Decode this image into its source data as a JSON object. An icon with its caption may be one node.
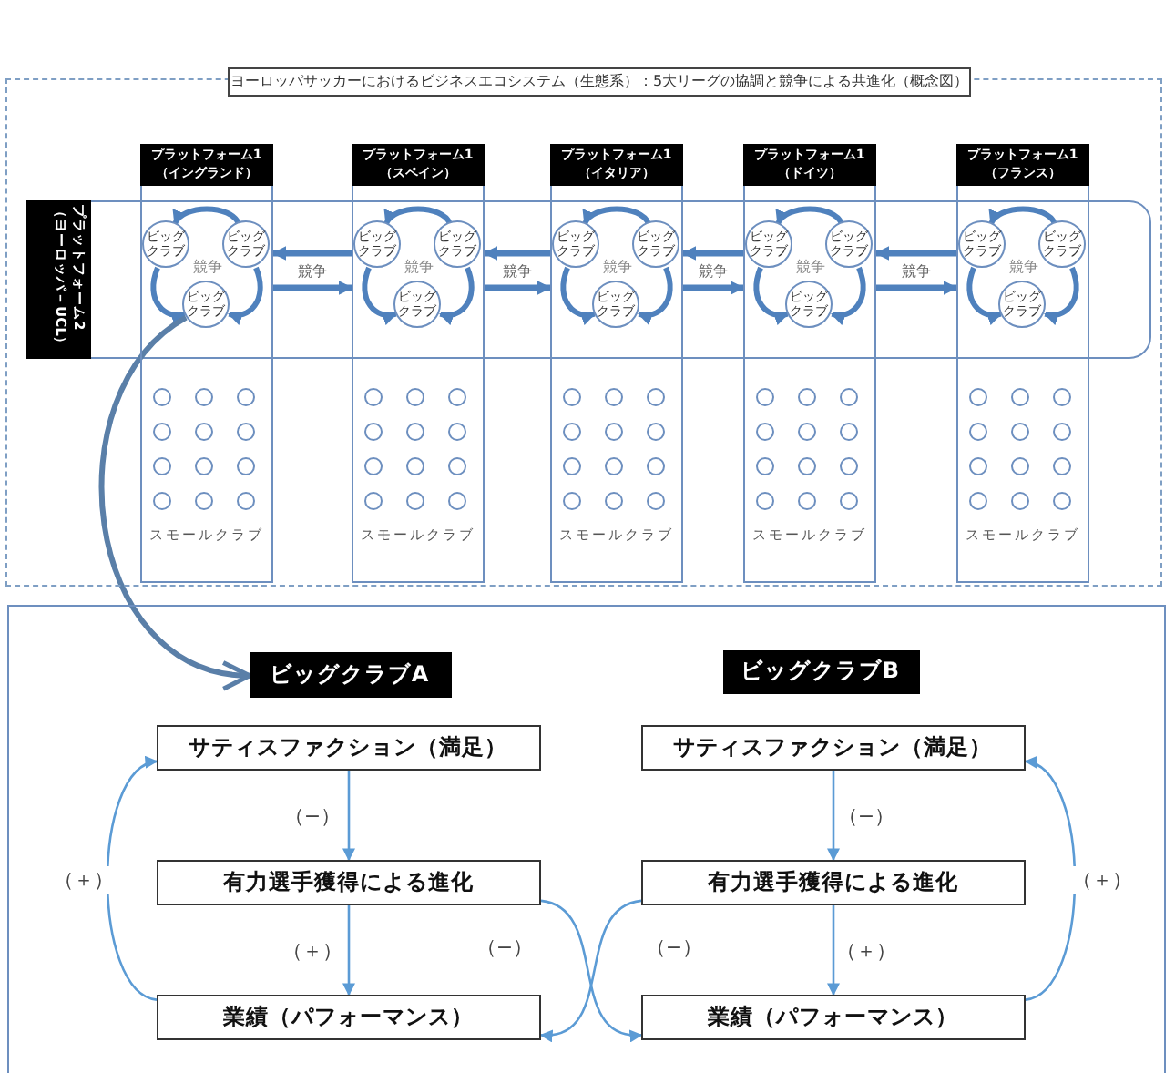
{
  "diagram": {
    "nodes": [
      {
        "text": [
          "ヨーロッパサッカーにおけるビジネスエコシステム（生態系）：5大リーグの協調と競争による共進化（概念図）"
        ]
      },
      {
        "text": [
          "プラットフォーム2（ヨーロッパ－UCL）"
        ],
        "in": 0
      },
      {
        "text": [
          "プラットフォーム1（イングランド）",
          "競争",
          "スモールクラブ"
        ],
        "in": 0
      },
      {
        "text": [
          "ビッグクラブ"
        ],
        "in": 2
      },
      {
        "text": [
          "ビッグクラブ"
        ],
        "in": 2
      },
      {
        "text": [
          "ビッグクラブ"
        ],
        "in": 2
      },
      {
        "text": [],
        "shape": "circle",
        "in": 2
      },
      {
        "text": [],
        "shape": "circle",
        "in": 2
      },
      {
        "text": [],
        "shape": "circle",
        "in": 2
      },
      {
        "text": [],
        "shape": "circle",
        "in": 2
      },
      {
        "text": [],
        "shape": "circle",
        "in": 2
      },
      {
        "text": [],
        "shape": "circle",
        "in": 2
      },
      {
        "text": [],
        "shape": "circle",
        "in": 2
      },
      {
        "text": [],
        "shape": "circle",
        "in": 2
      },
      {
        "text": [],
        "shape": "circle",
        "in": 2
      },
      {
        "text": [],
        "shape": "circle",
        "in": 2
      },
      {
        "text": [],
        "shape": "circle",
        "in": 2
      },
      {
        "text": [],
        "shape": "circle",
        "in": 2
      },
      {
        "text": [
          "プラットフォーム1（スペイン）",
          "競争",
          "スモールクラブ"
        ],
        "in": 0
      },
      {
        "text": [
          "ビッグクラブ"
        ],
        "in": 18
      },
      {
        "text": [
          "ビッグクラブ"
        ],
        "in": 18
      },
      {
        "text": [
          "ビッグクラブ"
        ],
        "in": 18
      },
      {
        "text": [],
        "shape": "circle",
        "in": 18
      },
      {
        "text": [],
        "shape": "circle",
        "in": 18
      },
      {
        "text": [],
        "shape": "circle",
        "in": 18
      },
      {
        "text": [],
        "shape": "circle",
        "in": 18
      },
      {
        "text": [],
        "shape": "circle",
        "in": 18
      },
      {
        "text": [],
        "shape": "circle",
        "in": 18
      },
      {
        "text": [],
        "shape": "circle",
        "in": 18
      },
      {
        "text": [],
        "shape": "circle",
        "in": 18
      },
      {
        "text": [],
        "shape": "circle",
        "in": 18
      },
      {
        "text": [],
        "shape": "circle",
        "in": 18
      },
      {
        "text": [],
        "shape": "circle",
        "in": 18
      },
      {
        "text": [],
        "shape": "circle",
        "in": 18
      },
      {
        "text": [
          "プラットフォーム1（イタリア）",
          "競争",
          "スモールクラブ"
        ],
        "in": 0
      },
      {
        "text": [
          "ビッグクラブ"
        ],
        "in": 34
      },
      {
        "text": [
          "ビッグクラブ"
        ],
        "in": 34
      },
      {
        "text": [
          "ビッグクラブ"
        ],
        "in": 34
      },
      {
        "text": [],
        "shape": "circle",
        "in": 34
      },
      {
        "text": [],
        "shape": "circle",
        "in": 34
      },
      {
        "text": [],
        "shape": "circle",
        "in": 34
      },
      {
        "text": [],
        "shape": "circle",
        "in": 34
      },
      {
        "text": [],
        "shape": "circle",
        "in": 34
      },
      {
        "text": [],
        "shape": "circle",
        "in": 34
      },
      {
        "text": [],
        "shape": "circle",
        "in": 34
      },
      {
        "text": [],
        "shape": "circle",
        "in": 34
      },
      {
        "text": [],
        "shape": "circle",
        "in": 34
      },
      {
        "text": [],
        "shape": "circle",
        "in": 34
      },
      {
        "text": [],
        "shape": "circle",
        "in": 34
      },
      {
        "text": [],
        "shape": "circle",
        "in": 34
      },
      {
        "text": [
          "プラットフォーム1（ドイツ）",
          "競争",
          "スモールクラブ"
        ],
        "in": 0
      },
      {
        "text": [
          "ビッグクラブ"
        ],
        "in": 50
      },
      {
        "text": [
          "ビッグクラブ"
        ],
        "in": 50
      },
      {
        "text": [
          "ビッグクラブ"
        ],
        "in": 50
      },
      {
        "text": [],
        "shape": "circle",
        "in": 50
      },
      {
        "text": [],
        "shape": "circle",
        "in": 50
      },
      {
        "text": [],
        "shape": "circle",
        "in": 50
      },
      {
        "text": [],
        "shape": "circle",
        "in": 50
      },
      {
        "text": [],
        "shape": "circle",
        "in": 50
      },
      {
        "text": [],
        "shape": "circle",
        "in": 50
      },
      {
        "text": [],
        "shape": "circle",
        "in": 50
      },
      {
        "text": [],
        "shape": "circle",
        "in": 50
      },
      {
        "text": [],
        "shape": "circle",
        "in": 50
      },
      {
        "text": [],
        "shape": "circle",
        "in": 50
      },
      {
        "text": [],
        "shape": "circle",
        "in": 50
      },
      {
        "text": [],
        "shape": "circle",
        "in": 50
      },
      {
        "text": [
          "プラットフォーム1（フランス）",
          "競争",
          "スモールクラブ"
        ],
        "in": 0
      },
      {
        "text": [
          "ビッグクラブ"
        ],
        "in": 66
      },
      {
        "text": [
          "ビッグクラブ"
        ],
        "in": 66
      },
      {
        "text": [
          "ビッグクラブ"
        ],
        "in": 66
      },
      {
        "text": [],
        "shape": "circle",
        "in": 66
      },
      {
        "text": [],
        "shape": "circle",
        "in": 66
      },
      {
        "text": [],
        "shape": "circle",
        "in": 66
      },
      {
        "text": [],
        "shape": "circle",
        "in": 66
      },
      {
        "text": [],
        "shape": "circle",
        "in": 66
      },
      {
        "text": [],
        "shape": "circle",
        "in": 66
      },
      {
        "text": [],
        "shape": "circle",
        "in": 66
      },
      {
        "text": [],
        "shape": "circle",
        "in": 66
      },
      {
        "text": [],
        "shape": "circle",
        "in": 66
      },
      {
        "text": [],
        "shape": "circle",
        "in": 66
      },
      {
        "text": [],
        "shape": "circle",
        "in": 66
      },
      {
        "text": [],
        "shape": "circle",
        "in": 66
      },
      {
        "text": [],
        "shape": "box"
      },
      {
        "text": [
          "ビッグクラブA"
        ],
        "in": 82
      },
      {
        "text": [
          "サティスファクション（満足）"
        ],
        "in": 82
      },
      {
        "text": [
          "有力選手獲得による進化"
        ],
        "in": 82
      },
      {
        "text": [
          "業績（パフォーマンス）"
        ],
        "in": 82
      },
      {
        "text": [
          "ビッグクラブB"
        ],
        "in": 82
      },
      {
        "text": [
          "サティスファクション（満足）"
        ],
        "in": 82
      },
      {
        "text": [
          "有力選手獲得による進化"
        ],
        "in": 82
      },
      {
        "text": [
          "業績（パフォーマンス）"
        ],
        "in": 82
      }
    ],
    "edges": [
      {
        "from": 4,
        "to": 3,
        "arrow": "to"
      },
      {
        "from": 3,
        "to": 5,
        "arrow": "to"
      },
      {
        "from": 4,
        "to": 5,
        "arrow": "to"
      },
      {
        "from": 20,
        "to": 19,
        "arrow": "to"
      },
      {
        "from": 19,
        "to": 21,
        "arrow": "to"
      },
      {
        "from": 20,
        "to": 21,
        "arrow": "to"
      },
      {
        "from": 36,
        "to": 35,
        "arrow": "to"
      },
      {
        "from": 35,
        "to": 37,
        "arrow": "to"
      },
      {
        "from": 36,
        "to": 37,
        "arrow": "to"
      },
      {
        "from": 52,
        "to": 51,
        "arrow": "to"
      },
      {
        "from": 51,
        "to": 53,
        "arrow": "to"
      },
      {
        "from": 52,
        "to": 53,
        "arrow": "to"
      },
      {
        "from": 68,
        "to": 67,
        "arrow": "to"
      },
      {
        "from": 67,
        "to": 69,
        "arrow": "to"
      },
      {
        "from": 68,
        "to": 69,
        "arrow": "to"
      },
      {
        "from": 18,
        "to": 2,
        "arrow": "to",
        "label": "競争"
      },
      {
        "from": 2,
        "to": 18,
        "arrow": "to"
      },
      {
        "from": 34,
        "to": 18,
        "arrow": "to",
        "label": "競争"
      },
      {
        "from": 18,
        "to": 34,
        "arrow": "to"
      },
      {
        "from": 50,
        "to": 34,
        "arrow": "to",
        "label": "競争"
      },
      {
        "from": 34,
        "to": 50,
        "arrow": "to"
      },
      {
        "from": 66,
        "to": 50,
        "arrow": "to",
        "label": "競争"
      },
      {
        "from": 50,
        "to": 66,
        "arrow": "to"
      },
      {
        "from": 5,
        "to": 83,
        "arrow": "to"
      },
      {
        "from": 84,
        "to": 85,
        "arrow": "to",
        "label": "（−）"
      },
      {
        "from": 85,
        "to": 86,
        "arrow": "to",
        "label": "（＋）"
      },
      {
        "from": 86,
        "to": 84,
        "arrow": "to",
        "label": "（＋）"
      },
      {
        "from": 88,
        "to": 89,
        "arrow": "to",
        "label": "（−）"
      },
      {
        "from": 89,
        "to": 90,
        "arrow": "to",
        "label": "（＋）"
      },
      {
        "from": 90,
        "to": 88,
        "arrow": "to",
        "label": "（＋）"
      },
      {
        "from": 85,
        "to": 90,
        "arrow": "to",
        "label": "（−）"
      },
      {
        "from": 89,
        "to": 86,
        "arrow": "to",
        "label": "（−）"
      }
    ]
  }
}
